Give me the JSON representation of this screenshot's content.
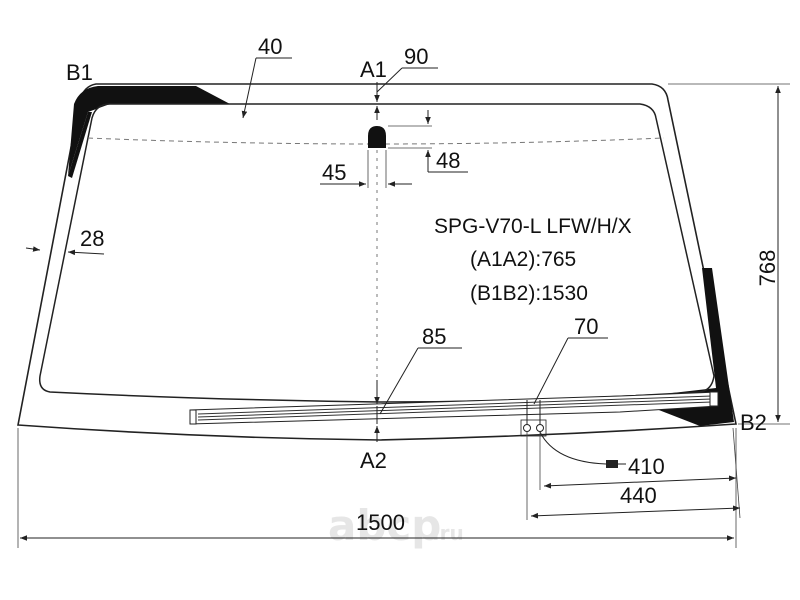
{
  "part_code": "SPG-V70-L LFW/H/X",
  "heights": {
    "a1a2": "(A1A2):765",
    "b1b2": "(B1B2):1530"
  },
  "points": {
    "a1": "A1",
    "a2": "A2",
    "b1": "B1",
    "b2": "B2"
  },
  "dimensions": {
    "top_band": "40",
    "a1_offset": "90",
    "sensor_width": "45",
    "sensor_height": "48",
    "side_band": "28",
    "bottom_band": "85",
    "heater_offset": "70",
    "connector_410": "410",
    "connector_440": "440",
    "total_width": "1500",
    "total_height": "768"
  },
  "watermark": {
    "brand": "abcp",
    "tld": ".ru"
  }
}
